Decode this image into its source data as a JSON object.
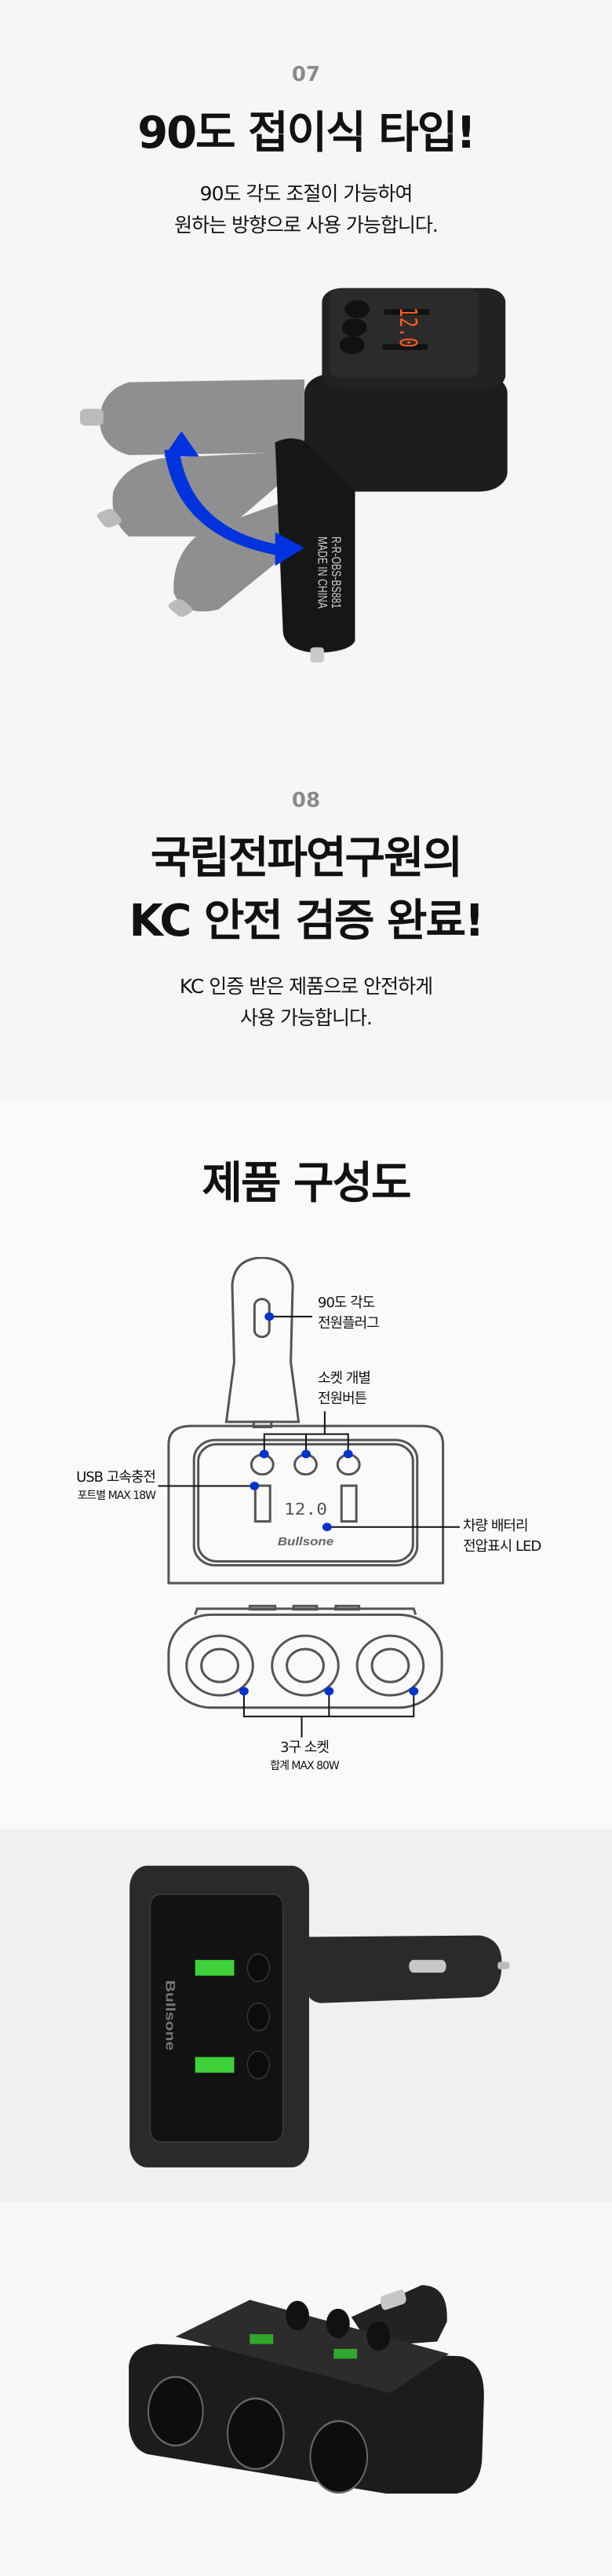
{
  "section07": {
    "number": "07",
    "title": "90도 접이식 타입!",
    "description_lines": [
      "90도 각도 조절이 가능하여",
      "원하는 방향으로 사용 가능합니다."
    ],
    "product_display": "12.0",
    "product_marking": [
      "R-R-OBS-BS881",
      "MADE IN CHINA"
    ],
    "arrow_color": "#0033dd"
  },
  "section08": {
    "number": "08",
    "title_lines": [
      "국립전파연구원의",
      "KC 안전 검증 완료!"
    ],
    "description_lines": [
      "KC 인증 받은 제품으로 안전하게",
      "사용 가능합니다."
    ]
  },
  "diagram": {
    "title": "제품 구성도",
    "brand": "Bullsone",
    "display": "12.0",
    "marker_color": "#0033cc",
    "labels": {
      "plug": [
        "90도 각도",
        "전원플러그"
      ],
      "buttons": [
        "소켓 개별",
        "전원버튼"
      ],
      "usb": [
        "USB 고속충전",
        "포트별 MAX 18W"
      ],
      "led": [
        "차량 배터리",
        "전압표시 LED"
      ],
      "sockets": [
        "3구 소켓",
        "합계 MAX 80W"
      ]
    }
  },
  "photos": {
    "brand": "Bullsone",
    "usb_color": "#3fd13a"
  }
}
